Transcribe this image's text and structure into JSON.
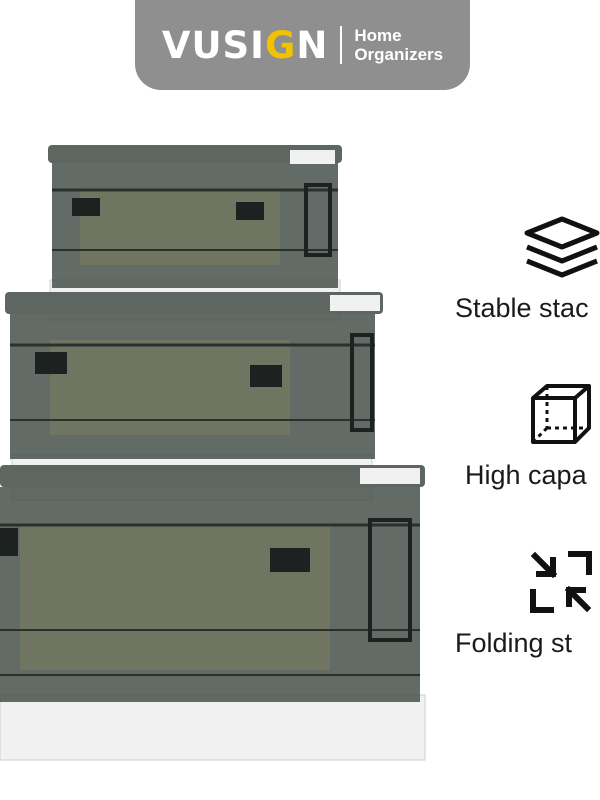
{
  "brand": {
    "logo_text_before": "VUSI",
    "logo_text_accent": "G",
    "logo_text_after": "N",
    "tagline_line1": "Home",
    "tagline_line2": "Organizers",
    "tab_color": "#8f8f8f",
    "accent_color": "#f2c200"
  },
  "features": [
    {
      "icon": "stack-layers-icon",
      "label": "Stable stac"
    },
    {
      "icon": "cube-icon",
      "label": "High capa"
    },
    {
      "icon": "fold-arrows-icon",
      "label": "Folding st"
    }
  ],
  "product": {
    "image": "three-stacked-transparent-storage-boxes",
    "body_color": "#3f4a44",
    "base_color": "#f1f1f1"
  }
}
